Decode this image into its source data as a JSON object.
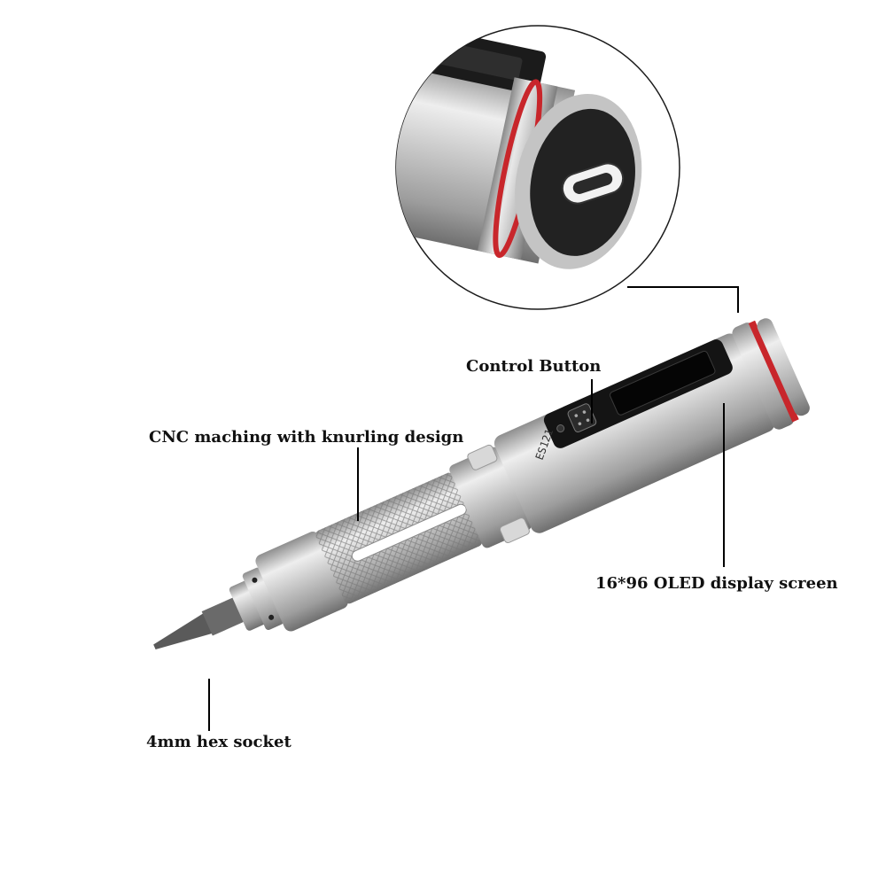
{
  "callouts": {
    "control_button": "Control Button",
    "cnc_knurling": "CNC maching with  knurling design",
    "oled_display": "16*96 OLED display screen",
    "hex_socket": "4mm hex socket"
  },
  "device": {
    "body_marking": "ES121"
  },
  "colors": {
    "accent_ring": "#c8262b",
    "steel_light": "#e4e4e4",
    "steel_mid": "#b9b9b9",
    "steel_dark": "#8a8a8a",
    "screen_black": "#141414",
    "leader_line": "#000000"
  },
  "icons": {
    "usb_port": "usb-c-port-icon",
    "button": "control-button-icon"
  }
}
